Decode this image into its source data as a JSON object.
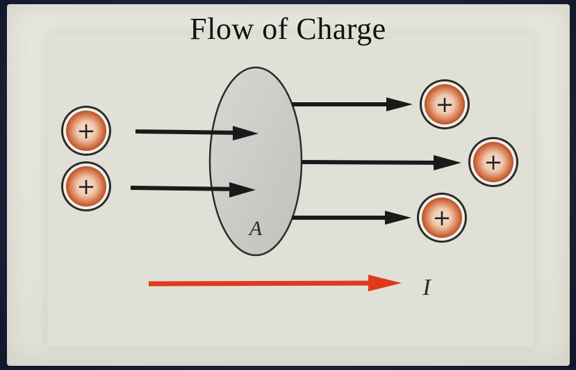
{
  "title": "Flow of Charge",
  "surface_label": "A",
  "current_label": "I",
  "charge_symbol": "+",
  "colors": {
    "background": "#1d2236",
    "slide": "#e6e5dc",
    "arrow": "#1a1a1a",
    "current_arrow": "#e0391a",
    "surface_fill": "#c9cbc7",
    "charge_core": "#f2d4c0",
    "charge_rim": "#c0552e"
  }
}
